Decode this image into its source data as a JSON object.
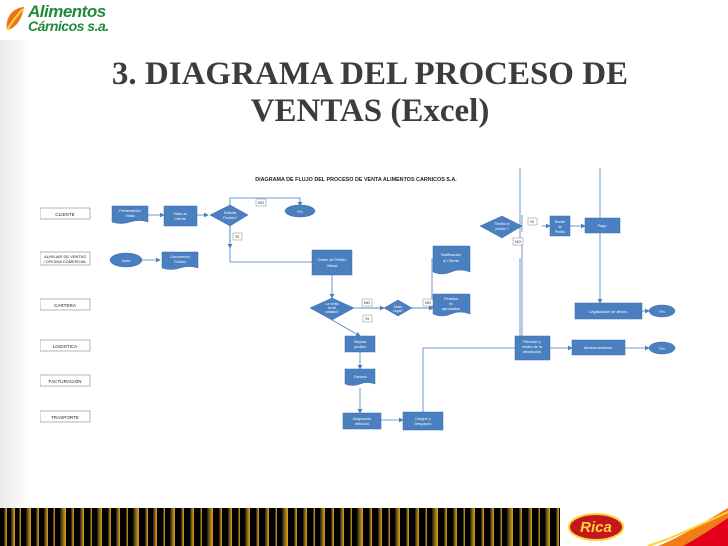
{
  "brand": {
    "line1": "Alimentos",
    "line2": "Cárnicos s.a.",
    "footer_logo": "Rica"
  },
  "slide": {
    "title_line1": "3. DIAGRAMA DEL PROCESO DE",
    "title_line2": "VENTAS (Excel)"
  },
  "diagram": {
    "header": "DIAGRAMA  DE FLUJO DEL  PROCESO DE VENTA ALIMENTOS CARNICOS S.A.",
    "lanes": {
      "cliente": "CLIENTE",
      "auxiliar_1": "AUXILIAR DE VENTAS",
      "auxiliar_2": "/ OFICINA COMERCIAL",
      "cartera": "CARTERA",
      "logistica": "LOGISTICA",
      "facturacion": "FACTURACIÓN",
      "trasporte": "TRASPORTE"
    },
    "nodes": {
      "prevendedor_1": "Prevendedor",
      "prevendedor_2": "Visita",
      "visita_1": "Visita al",
      "visita_2": "Cliente",
      "solicita_1": "Solicita",
      "solicita_2": "Pedido?",
      "fin_1": "Fin",
      "inicio": "Inicio",
      "doc_1": "Documento",
      "doc_2": "Pedido",
      "orden_1": "Orden de Pedido",
      "orden_2": "Virtual",
      "notif_1": "Notificación",
      "notif_2": "al Cliente",
      "cartera_q_1": "La venta",
      "cartera_q_2": "es de",
      "cartera_q_3": "contado?",
      "saldo_1": "Saldo",
      "saldo_2": "Legal?",
      "pedidos_1": "Pedidos",
      "pedidos_2": "no",
      "pedidos_3": "aprobados",
      "separa_1": "Separa",
      "separa_2": "pedido",
      "factura": "Factura",
      "asign_1": "Asignación",
      "asign_2": "Vehículo",
      "cargue_1": "Cargue y",
      "cargue_2": "Despacho",
      "recibio_1": "Recibió el",
      "recibio_2": "pedido ?",
      "recibe_1": "Recibe",
      "recibe_2": "de",
      "recibe_3": "Pedido",
      "pago": "Pago",
      "legal": "Legalización de dinero",
      "fin_2": "Fin",
      "revision_1": "Revisión y",
      "revision_2": "recibo de la",
      "revision_3": "devolución",
      "almacen": "Almacenamiento",
      "fin_3": "Fin"
    },
    "labels": {
      "no_1": "NO",
      "si_1": "SI",
      "no_2": "NO",
      "no_3": "NO",
      "si_2": "SI",
      "si_3": "SI",
      "no_4": "NO"
    }
  }
}
